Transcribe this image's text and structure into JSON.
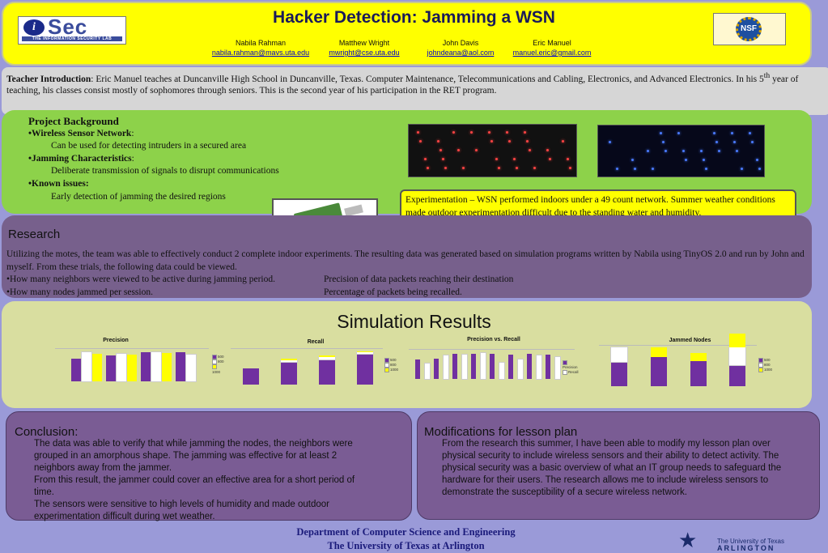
{
  "header": {
    "title": "Hacker Detection: Jamming a WSN",
    "authors": [
      {
        "name": "Nabila Rahman",
        "email": "nabila.rahman@mavs.uta.edu"
      },
      {
        "name": "Matthew Wright",
        "email": "mwright@cse.uta.edu"
      },
      {
        "name": "John Davis",
        "email": "johndeana@aol.com"
      },
      {
        "name": "Eric Manuel",
        "email": "manuel.eric@gmail.com"
      }
    ],
    "left_logo": {
      "mark": "i",
      "word": "Sec",
      "tagline": "THE INFORMATION SECURITY LAB"
    },
    "right_logo": {
      "text": "NSF"
    }
  },
  "intro": {
    "heading": "Teacher Introduction",
    "text_before_sup": ": Eric Manuel teaches at Duncanville High School in Duncanville, Texas. Computer Maintenance, Telecommunications and Cabling, Electronics, and Advanced Electronics. In his 5",
    "sup": "th",
    "text_after_sup": " year of teaching, his classes consist mostly of sophomores through seniors. This is the second year of his participation in the RET program."
  },
  "background": {
    "heading": "Project Background",
    "items": [
      {
        "label": "•Wireless Sensor Network",
        "suffix": ":",
        "detail": "Can be used for detecting intruders in a secured area"
      },
      {
        "label": "•Jamming Characteristics",
        "suffix": ":",
        "detail": "Deliberate transmission of signals to disrupt   communications"
      },
      {
        "label": "•Known issues:",
        "suffix": "",
        "detail": "Early detection of jamming the desired regions"
      }
    ],
    "experiment_note": "Experimentation – WSN performed indoors under a 49 count network. Summer weather conditions made outdoor experimentation difficult due to the standing water and humidity."
  },
  "research": {
    "title": "Research",
    "paragraph": "Utilizing the  motes, the team was able to effectively conduct 2 complete indoor experiments. The resulting data was generated based on simulation programs written by Nabila using TinyOS 2.0 and run by John and myself. From these trials, the following data could be viewed.",
    "bullets": [
      {
        "left": "•How many neighbors were viewed to be active during jamming period.",
        "right": "Precision of data packets reaching their destination"
      },
      {
        "left": "•How many nodes jammed per session.",
        "right": "Percentage of packets being recalled."
      }
    ]
  },
  "simulation": {
    "title": "Simulation Results"
  },
  "chart_data": [
    {
      "type": "bar",
      "title": "Precision",
      "legend": [
        "500",
        "800",
        "1000"
      ],
      "series_colors": [
        "#7030a0",
        "#ffffff",
        "#ffff00"
      ],
      "groups": [
        [
          0.78,
          1.0,
          0.95
        ],
        [
          0.88,
          0.95,
          0.93
        ],
        [
          1.0,
          1.0,
          0.96
        ],
        [
          1.0,
          0.92,
          0.0
        ]
      ]
    },
    {
      "type": "stacked-bar",
      "title": "Recall",
      "legend": [
        "500",
        "800",
        "1000"
      ],
      "values": [
        [
          0.52,
          0,
          0
        ],
        [
          0.75,
          0.05,
          0.04
        ],
        [
          0.82,
          0.08,
          0.04
        ],
        [
          1.0,
          0.05,
          0.02
        ]
      ]
    },
    {
      "type": "bar",
      "title": "Precision vs. Recall",
      "legend": [
        "Precision",
        "Recall"
      ],
      "values": [
        0.7,
        0.55,
        0.75,
        0.85,
        0.9,
        0.88,
        0.92,
        0.95,
        0.9,
        0.6,
        0.88,
        0.72,
        0.9,
        0.85,
        0.88,
        0.8
      ]
    },
    {
      "type": "stacked-bar",
      "title": "Jammed Nodes",
      "legend": [
        "500",
        "800",
        "1000"
      ],
      "values": [
        [
          0.62,
          0.38,
          0
        ],
        [
          0.75,
          0,
          0.25
        ],
        [
          0.65,
          0,
          0.2
        ],
        [
          0.55,
          0.45,
          0.35
        ]
      ]
    }
  ],
  "conclusion": {
    "title": "Conclusion:",
    "lines": [
      "The data was able to verify that while jamming the nodes, the neighbors were grouped in an amorphous shape. The jamming was effective for at least 2 neighbors away from the jammer.",
      "From this result, the jammer could cover an effective area for a short period of time.",
      "The sensors were sensitive to high levels of humidity and made outdoor experimentation difficult during wet weather."
    ]
  },
  "modifications": {
    "title": "Modifications for lesson plan",
    "text": "From the research this summer, I have been able to modify my lesson plan over physical security to include wireless sensors and their ability to detect activity. The physical security was a basic overview of what an IT group needs to safeguard the hardware for their users. The research allows me to include wireless sensors to demonstrate the susceptibility of a secure wireless network."
  },
  "footer": {
    "line1": "Department  of Computer Science and Engineering",
    "line2": "The University of Texas at Arlington"
  },
  "uta_logo": {
    "line1": "The University of Texas",
    "line2": "ARLINGTON"
  }
}
